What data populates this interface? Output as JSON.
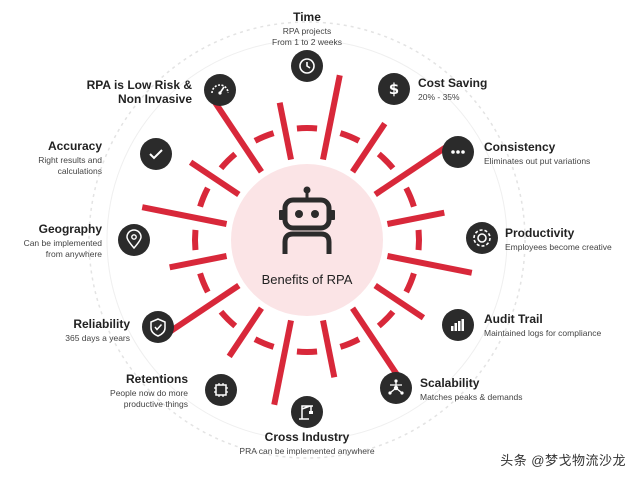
{
  "center": {
    "title": "Benefits of RPA",
    "icon": "robot-icon"
  },
  "benefits": [
    {
      "title": "Time",
      "desc": "RPA projects\nFrom 1 to 2 weeks",
      "icon": "clock-icon"
    },
    {
      "title": "Cost Saving",
      "desc": "20% - 35%",
      "icon": "dollar-icon"
    },
    {
      "title": "Consistency",
      "desc": "Eliminates out put variations",
      "icon": "dots-icon"
    },
    {
      "title": "Productivity",
      "desc": "Employees become creative",
      "icon": "gear-icon"
    },
    {
      "title": "Audit Trail",
      "desc": "Maintained logs for compliance",
      "icon": "bar-chart-icon"
    },
    {
      "title": "Scalability",
      "desc": "Matches peaks & demands",
      "icon": "network-icon"
    },
    {
      "title": "Cross Industry",
      "desc": "PRA can be implemented anywhere",
      "icon": "crane-icon"
    },
    {
      "title": "Retentions",
      "desc": "People now do more\nproductive things",
      "icon": "cube-icon"
    },
    {
      "title": "Reliability",
      "desc": "365 days a years",
      "icon": "shield-icon"
    },
    {
      "title": "Geography",
      "desc": "Can be implemented\nfrom anywhere",
      "icon": "location-pin-icon"
    },
    {
      "title": "Accuracy",
      "desc": "Right results and calculations",
      "icon": "check-icon"
    },
    {
      "title": "RPA is Low Risk &\nNon Invasive",
      "desc": "",
      "icon": "gauge-icon"
    }
  ],
  "watermark": "头条 @梦戈物流沙龙",
  "colors": {
    "accent": "#d8283a",
    "center_fill": "#fbe4e6",
    "icon_bg": "#2b2b2b"
  }
}
